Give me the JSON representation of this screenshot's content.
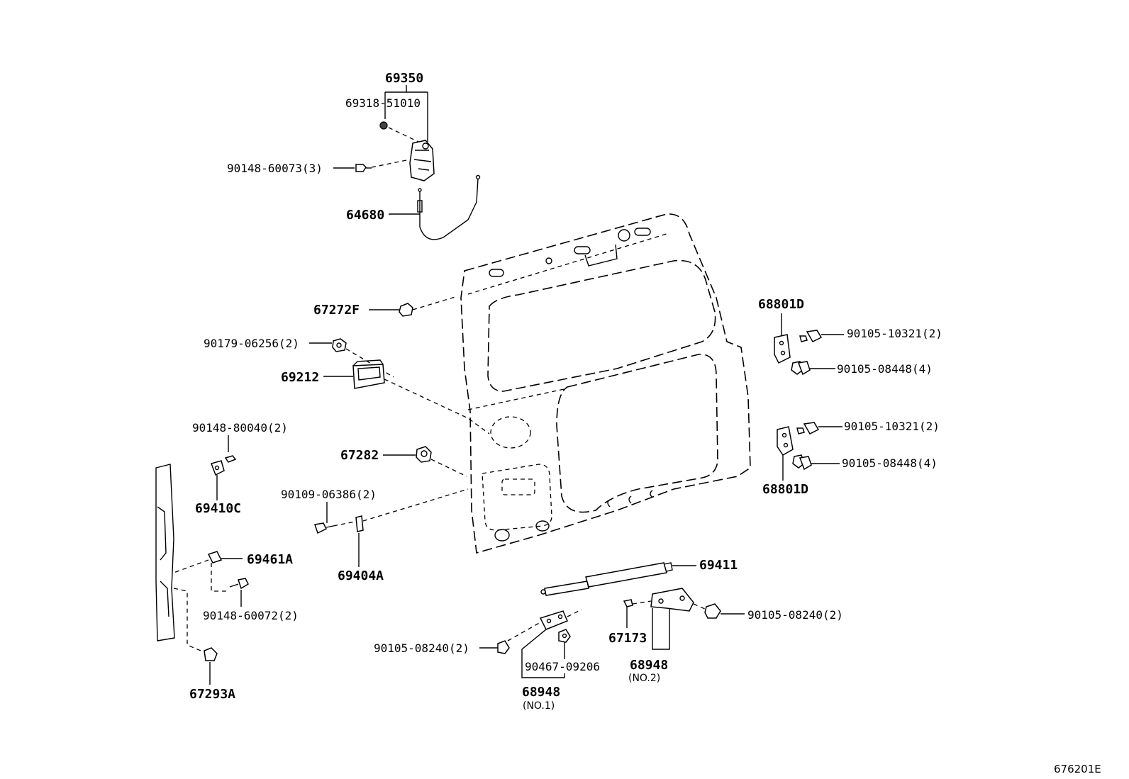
{
  "labels": {
    "p69350": "69350",
    "p69318": "69318-51010",
    "p90148_60073": "90148-60073(3)",
    "p64680": "64680",
    "p67272F": "67272F",
    "p90179": "90179-06256(2)",
    "p69212": "69212",
    "p90148_80040": "90148-80040(2)",
    "p69410C": "69410C",
    "p67282": "67282",
    "p90109": "90109-06386(2)",
    "p69404A": "69404A",
    "p69461A": "69461A",
    "p90148_60072": "90148-60072(2)",
    "p67293A": "67293A",
    "p68801D_top": "68801D",
    "p90105_10321_a": "90105-10321(2)",
    "p90105_08448_a": "90105-08448(4)",
    "p90105_10321_b": "90105-10321(2)",
    "p90105_08448_b": "90105-08448(4)",
    "p68801D_bot": "68801D",
    "p69411": "69411",
    "p67173": "67173",
    "p90105_08240_r": "90105-08240(2)",
    "p68948_no2": "68948",
    "p68948_no2_sub": "(NO.2)",
    "p90105_08240_l": "90105-08240(2)",
    "p90467": "90467-09206",
    "p68948_no1": "68948",
    "p68948_no1_sub": "(NO.1)",
    "diagram_code": "676201E"
  }
}
